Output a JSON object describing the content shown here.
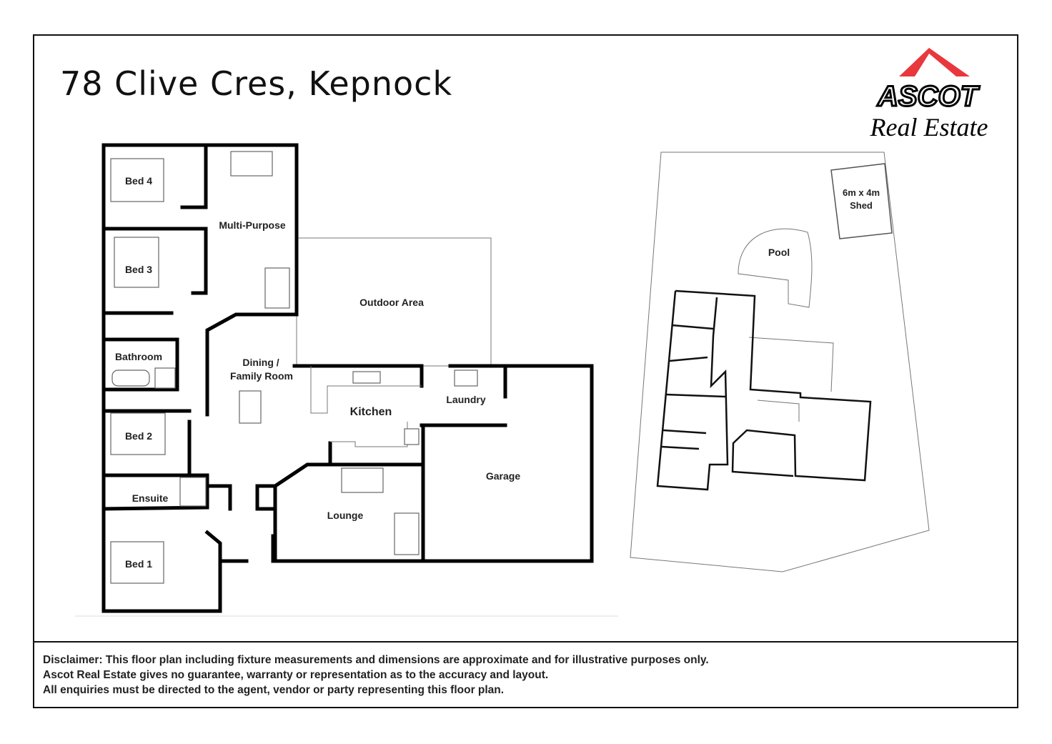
{
  "title": "78 Clive Cres, Kepnock",
  "logo": {
    "brand": "ASCOT",
    "subtitle": "Real Estate",
    "accent_color": "#e8383d"
  },
  "rooms": {
    "bed4": "Bed 4",
    "multi_purpose": "Multi-Purpose",
    "bed3": "Bed 3",
    "outdoor_area": "Outdoor Area",
    "bathroom": "Bathroom",
    "dining_1": "Dining /",
    "dining_2": "Family Room",
    "kitchen": "Kitchen",
    "laundry": "Laundry",
    "bed2": "Bed 2",
    "garage": "Garage",
    "ensuite": "Ensuite",
    "lounge": "Lounge",
    "bed1": "Bed 1"
  },
  "site": {
    "shed_1": "6m x 4m",
    "shed_2": "Shed",
    "pool": "Pool"
  },
  "disclaimer": [
    "Disclaimer: This floor plan including fixture measurements and dimensions are approximate and for illustrative purposes only.",
    "Ascot Real Estate gives no guarantee, warranty or representation as to the accuracy and layout.",
    "All enquiries must be directed to the agent, vendor or party representing this floor plan."
  ]
}
